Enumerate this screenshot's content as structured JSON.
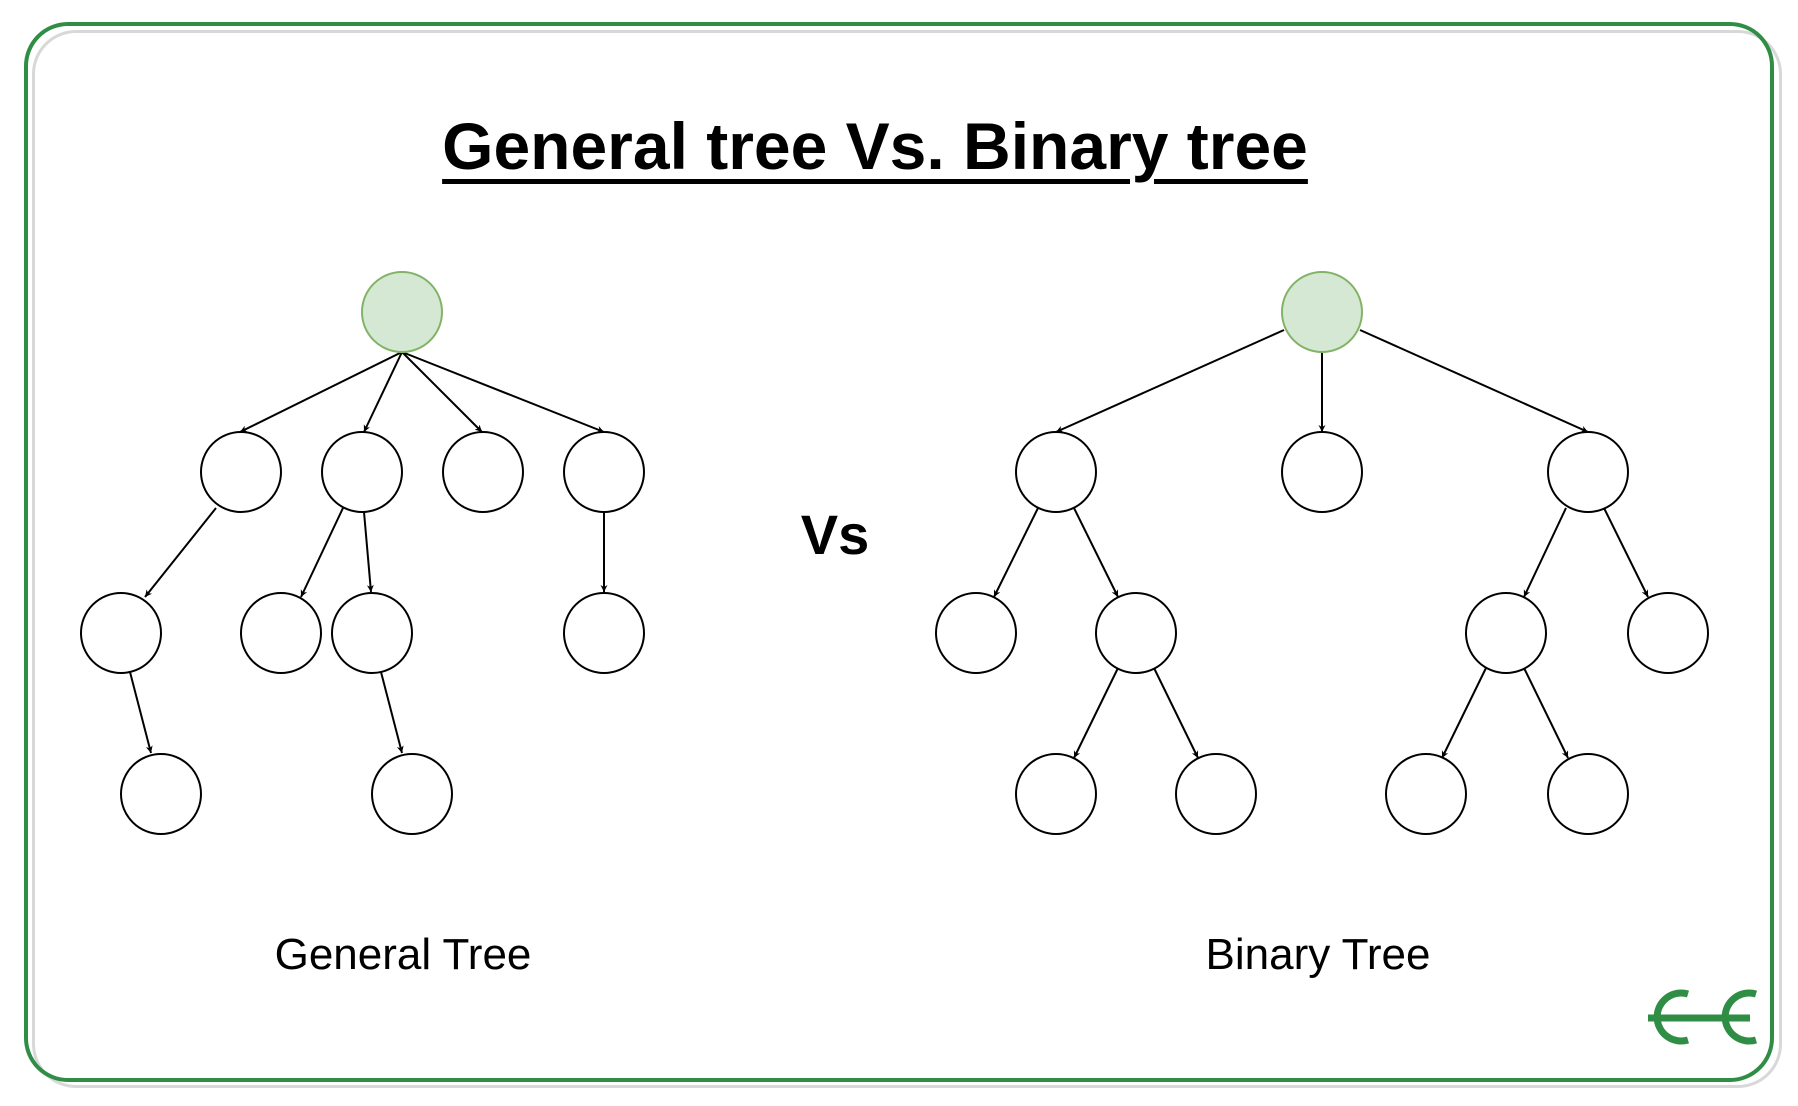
{
  "title": "General tree Vs. Binary tree",
  "vs_label": "Vs",
  "general_tree": {
    "caption": "General Tree"
  },
  "binary_tree": {
    "caption": "Binary Tree"
  },
  "logo": {
    "text": "GG"
  },
  "colors": {
    "frame": "#2f8d46",
    "root_fill": "#d5e8d4",
    "root_stroke": "#82b366",
    "node_stroke": "#000000",
    "logo": "#2f8d46"
  }
}
